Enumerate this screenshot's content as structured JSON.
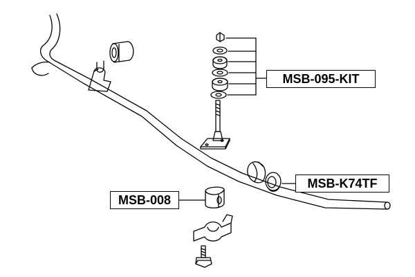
{
  "labels": {
    "link_kit": "MSB-095-KIT",
    "link_bushing": "MSB-K74TF",
    "bar_bushing": "MSB-008"
  },
  "colors": {
    "line": "#000000",
    "background": "#ffffff"
  }
}
